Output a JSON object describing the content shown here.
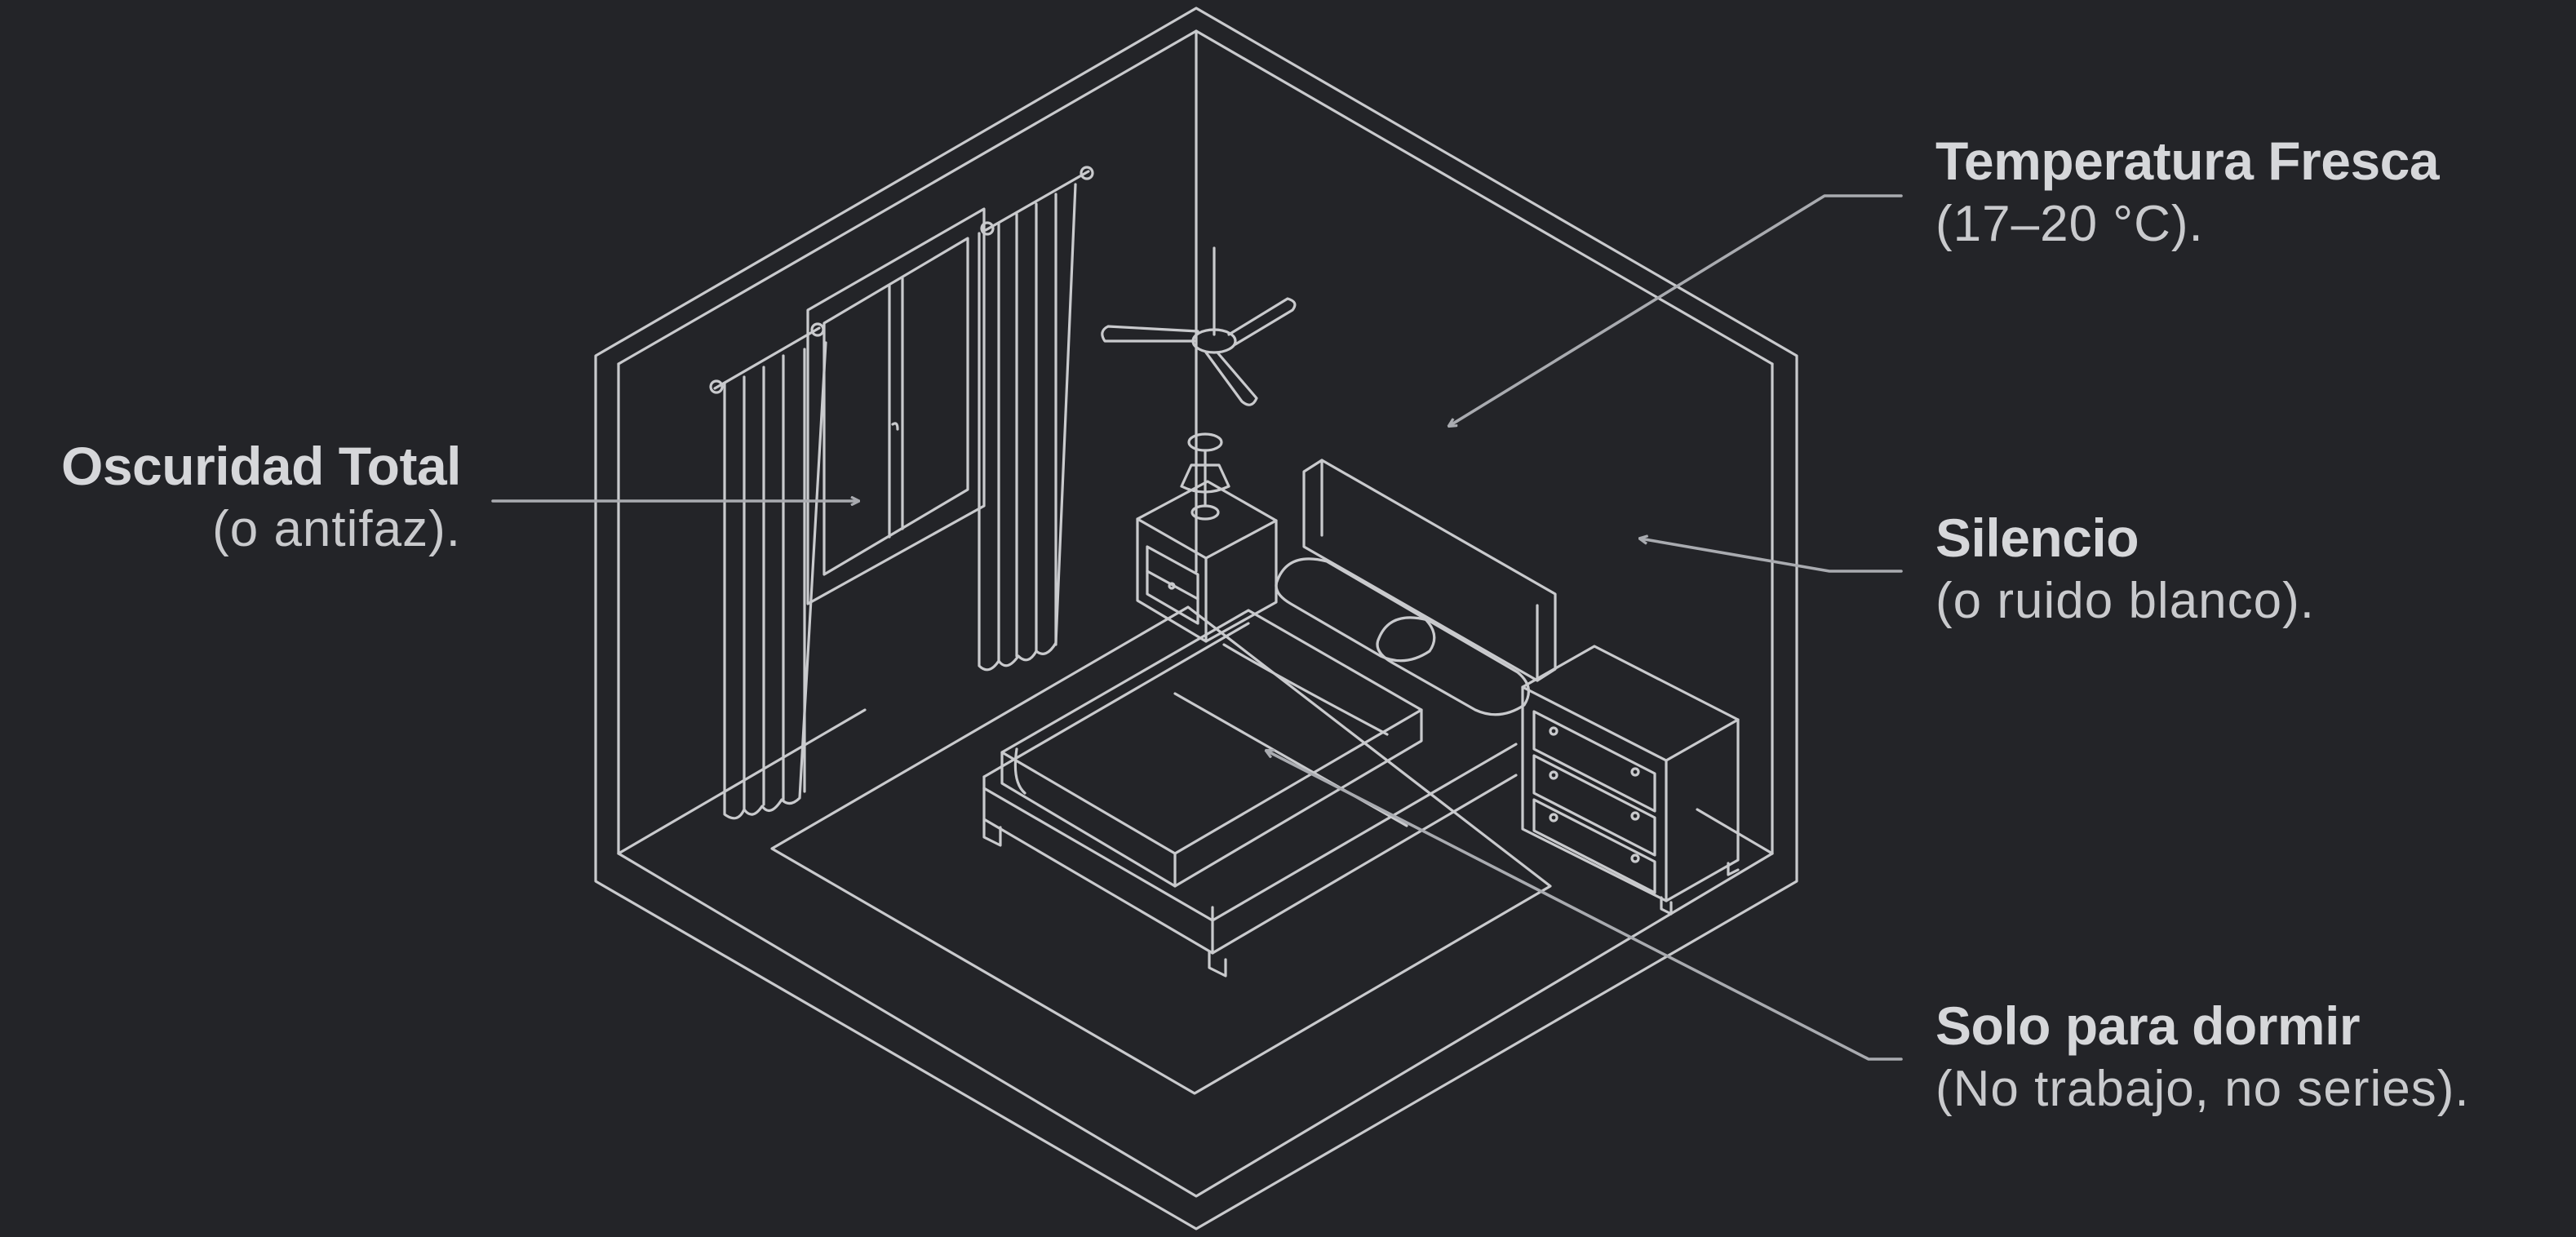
{
  "annotations": {
    "darkness": {
      "title": "Oscuridad Total",
      "subtitle": "(o antifaz)."
    },
    "temperature": {
      "title": "Temperatura Fresca",
      "subtitle": "(17–20 °C)."
    },
    "silence": {
      "title": "Silencio",
      "subtitle": "(o ruido blanco)."
    },
    "sleep_only": {
      "title": "Solo para dormir",
      "subtitle": "(No trabajo, no series)."
    }
  },
  "colors": {
    "background": "#232428",
    "line": "#c9cacd",
    "arrow": "#a9abb0",
    "text": "#d6d7da"
  },
  "icons": [
    "arrow-icon"
  ]
}
